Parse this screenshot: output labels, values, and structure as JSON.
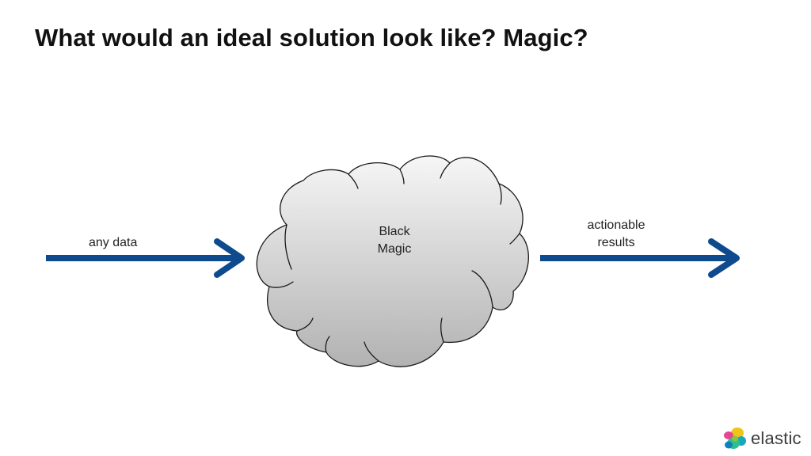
{
  "slide": {
    "title": "What would an ideal solution look like? Magic?"
  },
  "diagram": {
    "input_label": "any data",
    "cloud_label_line1": "Black",
    "cloud_label_line2": "Magic",
    "output_label_line1": "actionable",
    "output_label_line2": "results"
  },
  "logo": {
    "wordmark": "elastic"
  },
  "colors": {
    "arrow": "#0e4a8e",
    "cloud_top": "#f6f6f6",
    "cloud_bottom": "#b2b2b2",
    "cloud_stroke": "#1a1a1a"
  }
}
